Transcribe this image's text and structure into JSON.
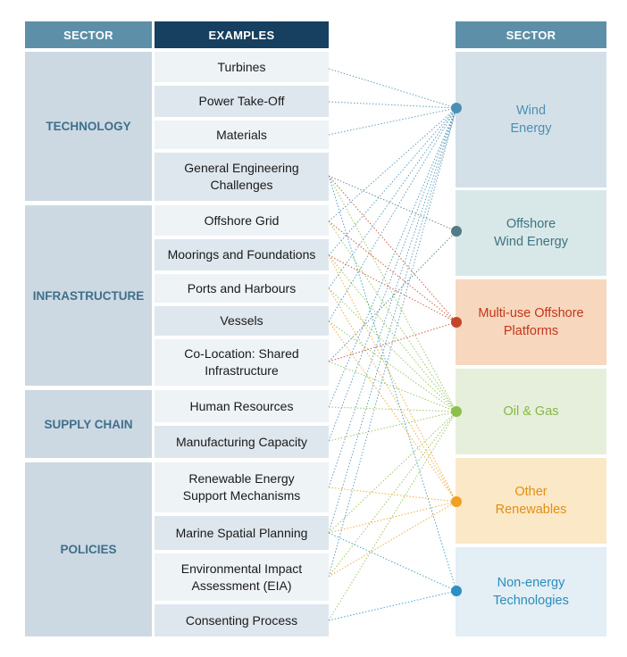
{
  "headers": {
    "sector_left": "SECTOR",
    "examples": "EXAMPLES",
    "sector_right": "SECTOR"
  },
  "colors": {
    "header_left": "#5d8fa9",
    "header_examples": "#173f5f",
    "header_right": "#5d8fa9",
    "wind": "#4a90b5",
    "offshore": "#537b87",
    "multiuse": "#c5452a",
    "oilgas": "#8cbf4c",
    "renewables": "#f0a022",
    "nonenergy": "#2a91c2"
  },
  "sectors": [
    {
      "id": "technology",
      "label": "TECHNOLOGY"
    },
    {
      "id": "infrastructure",
      "label": "INFRASTRUCTURE"
    },
    {
      "id": "supply",
      "label": "SUPPLY CHAIN"
    },
    {
      "id": "policies",
      "label": "POLICIES"
    }
  ],
  "examples": [
    {
      "label": "Turbines"
    },
    {
      "label": "Power Take-Off"
    },
    {
      "label": "Materials"
    },
    {
      "label": "General Engineering Challenges"
    },
    {
      "label": "Offshore Grid"
    },
    {
      "label": "Moorings and Foundations"
    },
    {
      "label": "Ports and Harbours"
    },
    {
      "label": "Vessels"
    },
    {
      "label": "Co-Location: Shared Infrastructure"
    },
    {
      "label": "Human Resources"
    },
    {
      "label": "Manufacturing Capacity"
    },
    {
      "label": "Renewable Energy Support Mechanisms"
    },
    {
      "label": "Marine Spatial Planning"
    },
    {
      "label": "Environmental Impact Assessment (EIA)"
    },
    {
      "label": "Consenting Process"
    }
  ],
  "targets": [
    {
      "id": "wind",
      "label": "Wind Energy",
      "background": "#d4e0e8",
      "text_color": "#4a90b5"
    },
    {
      "id": "offshore",
      "label": "Offshore Wind Energy",
      "background": "#d8e8e9",
      "text_color": "#3f7383"
    },
    {
      "id": "multiuse",
      "label": "Multi-use Offshore Platforms",
      "background": "#f7d7bd",
      "text_color": "#c2371c"
    },
    {
      "id": "oilgas",
      "label": "Oil & Gas",
      "background": "#e6efdc",
      "text_color": "#86b744"
    },
    {
      "id": "renewables",
      "label": "Other Renewables",
      "background": "#fbe8c7",
      "text_color": "#e38f12"
    },
    {
      "id": "nonenergy",
      "label": "Non-energy Technologies",
      "background": "#e3eef5",
      "text_color": "#2a8dbc"
    }
  ],
  "links": [
    {
      "from": 0,
      "to": "wind"
    },
    {
      "from": 1,
      "to": "wind"
    },
    {
      "from": 2,
      "to": "wind"
    },
    {
      "from": 3,
      "to": "offshore"
    },
    {
      "from": 3,
      "to": "multiuse"
    },
    {
      "from": 3,
      "to": "oilgas"
    },
    {
      "from": 3,
      "to": "nonenergy"
    },
    {
      "from": 4,
      "to": "wind"
    },
    {
      "from": 4,
      "to": "multiuse"
    },
    {
      "from": 4,
      "to": "oilgas"
    },
    {
      "from": 5,
      "to": "wind"
    },
    {
      "from": 5,
      "to": "multiuse"
    },
    {
      "from": 5,
      "to": "oilgas"
    },
    {
      "from": 5,
      "to": "renewables"
    },
    {
      "from": 6,
      "to": "wind"
    },
    {
      "from": 6,
      "to": "oilgas"
    },
    {
      "from": 6,
      "to": "renewables"
    },
    {
      "from": 7,
      "to": "wind"
    },
    {
      "from": 7,
      "to": "oilgas"
    },
    {
      "from": 7,
      "to": "renewables"
    },
    {
      "from": 8,
      "to": "offshore"
    },
    {
      "from": 8,
      "to": "multiuse"
    },
    {
      "from": 8,
      "to": "oilgas"
    },
    {
      "from": 9,
      "to": "wind"
    },
    {
      "from": 9,
      "to": "oilgas"
    },
    {
      "from": 10,
      "to": "wind"
    },
    {
      "from": 10,
      "to": "oilgas"
    },
    {
      "from": 11,
      "to": "wind"
    },
    {
      "from": 11,
      "to": "renewables"
    },
    {
      "from": 12,
      "to": "wind"
    },
    {
      "from": 12,
      "to": "oilgas"
    },
    {
      "from": 12,
      "to": "renewables"
    },
    {
      "from": 12,
      "to": "nonenergy"
    },
    {
      "from": 13,
      "to": "wind"
    },
    {
      "from": 13,
      "to": "oilgas"
    },
    {
      "from": 13,
      "to": "renewables"
    },
    {
      "from": 14,
      "to": "oilgas"
    },
    {
      "from": 14,
      "to": "nonenergy"
    }
  ]
}
